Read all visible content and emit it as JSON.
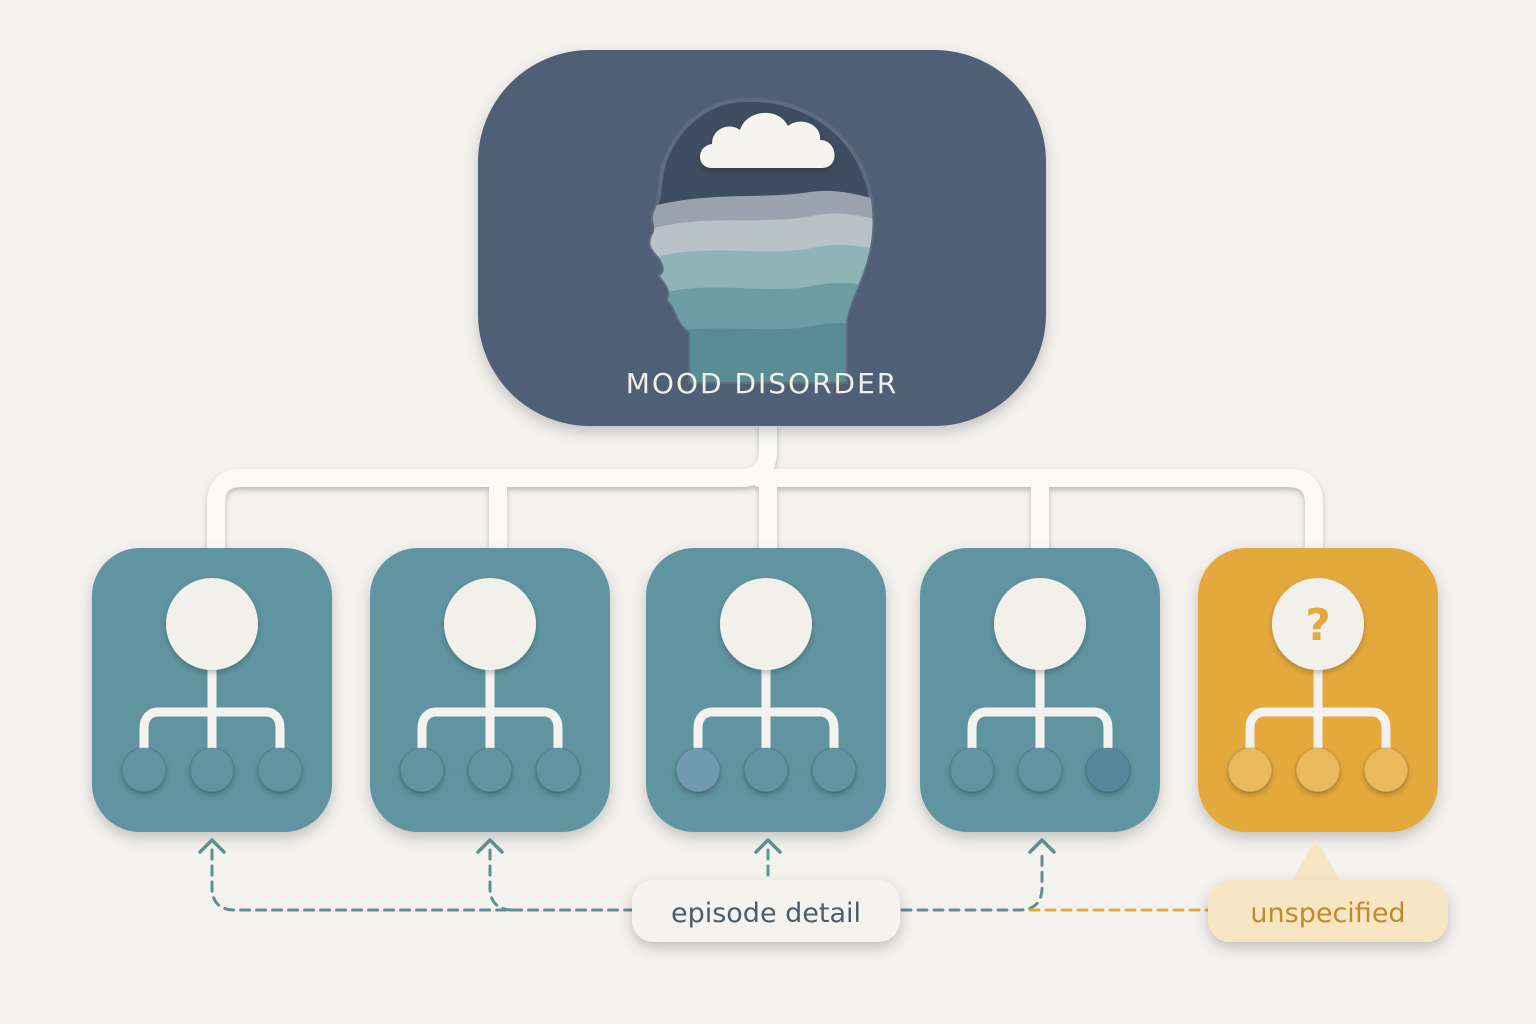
{
  "root": {
    "title": "MOOD DISORDER",
    "icon": "head-with-cloud-and-waves-icon",
    "color": "#4f5f74"
  },
  "categories": [
    {
      "icon": "hierarchy-tree-icon",
      "color": "#5f94a0",
      "leaf_colors": [
        "#5f94a0",
        "#5f94a0",
        "#5f94a0"
      ]
    },
    {
      "icon": "hierarchy-tree-icon",
      "color": "#5f94a0",
      "leaf_colors": [
        "#5f94a0",
        "#5f94a0",
        "#5f94a0"
      ]
    },
    {
      "icon": "hierarchy-tree-icon",
      "color": "#5f94a0",
      "leaf_colors": [
        "#6f9ab0",
        "#5f94a0",
        "#5f94a0"
      ]
    },
    {
      "icon": "hierarchy-tree-icon",
      "color": "#5f94a0",
      "leaf_colors": [
        "#5f94a0",
        "#5f94a0",
        "#56879c"
      ]
    },
    {
      "icon": "hierarchy-tree-icon",
      "color": "#e4a93c",
      "leaf_colors": [
        "#eab95a",
        "#eab95a",
        "#eab95a"
      ],
      "node_glyph": "?"
    }
  ],
  "labels": {
    "episode": {
      "text": "episode detail",
      "color": "#4e5c6a"
    },
    "unspecified": {
      "text": "unspecified",
      "color": "#c08a2a"
    }
  },
  "colors": {
    "background": "#f4f2ee",
    "connector": "#ffffff",
    "dashed_teal": "#5f8f92",
    "dashed_gold": "#e4a93c"
  }
}
